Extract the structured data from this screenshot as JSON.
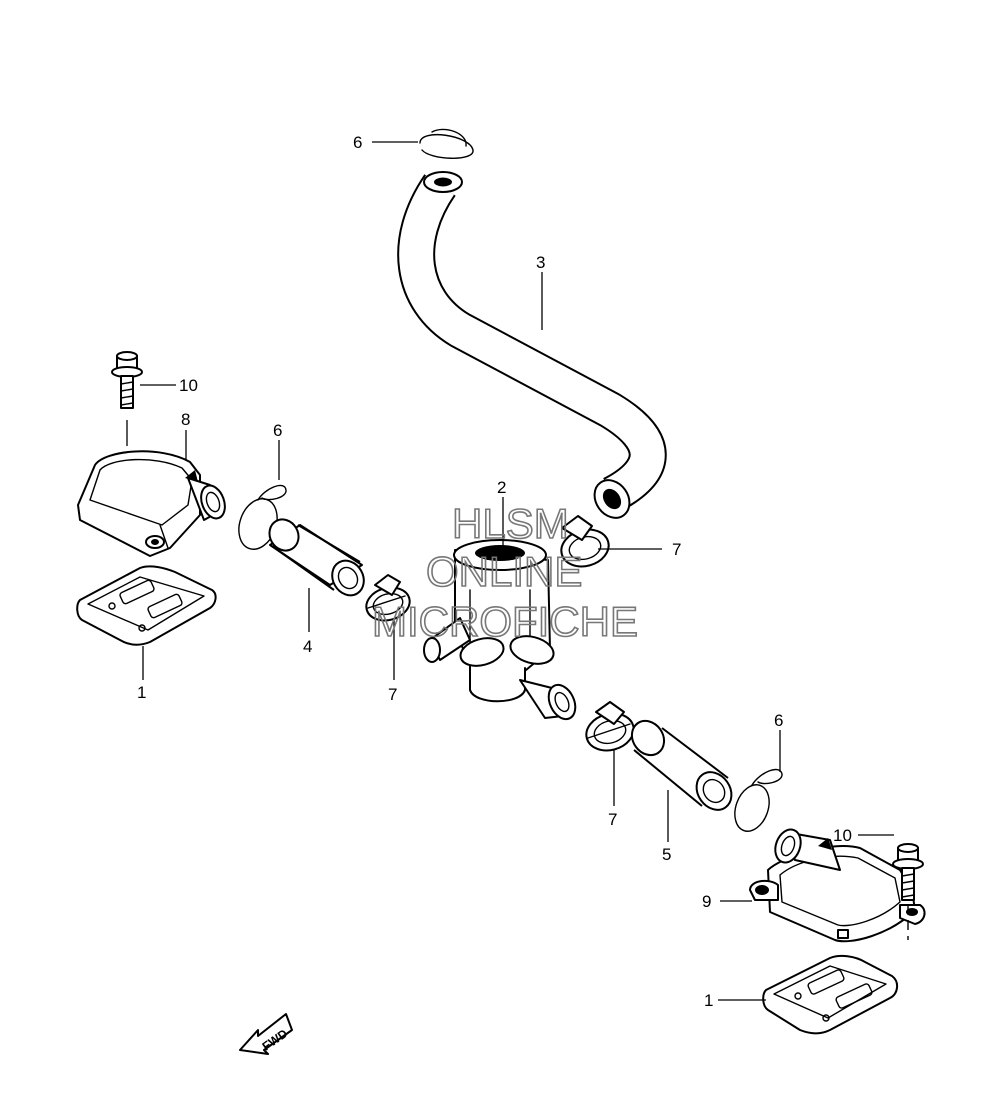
{
  "callouts": {
    "c1a": "1",
    "c1b": "1",
    "c2": "2",
    "c3": "3",
    "c4": "4",
    "c5": "5",
    "c6a": "6",
    "c6b": "6",
    "c6c": "6",
    "c7a": "7",
    "c7b": "7",
    "c7c": "7",
    "c8": "8",
    "c9": "9",
    "c10a": "10",
    "c10b": "10"
  },
  "watermark": {
    "line1": "HLSM",
    "line2": "ONLINE",
    "line3": "MICROFICHE"
  },
  "direction_arrow": {
    "label": "FWD"
  },
  "colors": {
    "ink": "#000000",
    "watermark": "#777777",
    "background": "#ffffff"
  }
}
